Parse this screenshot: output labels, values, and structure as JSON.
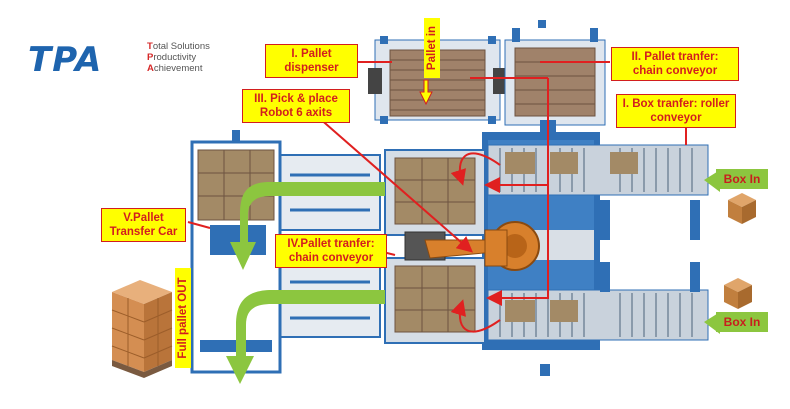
{
  "logo": {
    "mark": "TPA",
    "tagline": [
      {
        "initial": "T",
        "rest": "otal Solutions"
      },
      {
        "initial": "P",
        "rest": "roductivity"
      },
      {
        "initial": "A",
        "rest": "chievement"
      }
    ],
    "brand_blue": "#1e64ae",
    "brand_red": "#d62828"
  },
  "labels": {
    "pallet_dispenser": "I. Pallet dispenser",
    "pallet_transfer_top": "II. Pallet tranfer: chain conveyor",
    "box_transfer": "I. Box tranfer: roller conveyor",
    "robot": "III. Pick & place Robot 6 axits",
    "transfer_car": "V.Pallet Transfer Car",
    "pallet_transfer_mid": "IV.Pallet tranfer: chain conveyor"
  },
  "vertical_labels": {
    "pallet_in": "Pallet in",
    "full_pallet_out": "Full pallet OUT"
  },
  "box_in": {
    "top": "Box In",
    "bottom": "Box In"
  },
  "colors": {
    "frame_blue": "#2f6fb5",
    "label_yellow": "#ffff00",
    "label_red": "#d21e1e",
    "flow_green": "#8cc63f",
    "pallet_wood": "#a0826a",
    "robot_orange": "#d8802c"
  }
}
